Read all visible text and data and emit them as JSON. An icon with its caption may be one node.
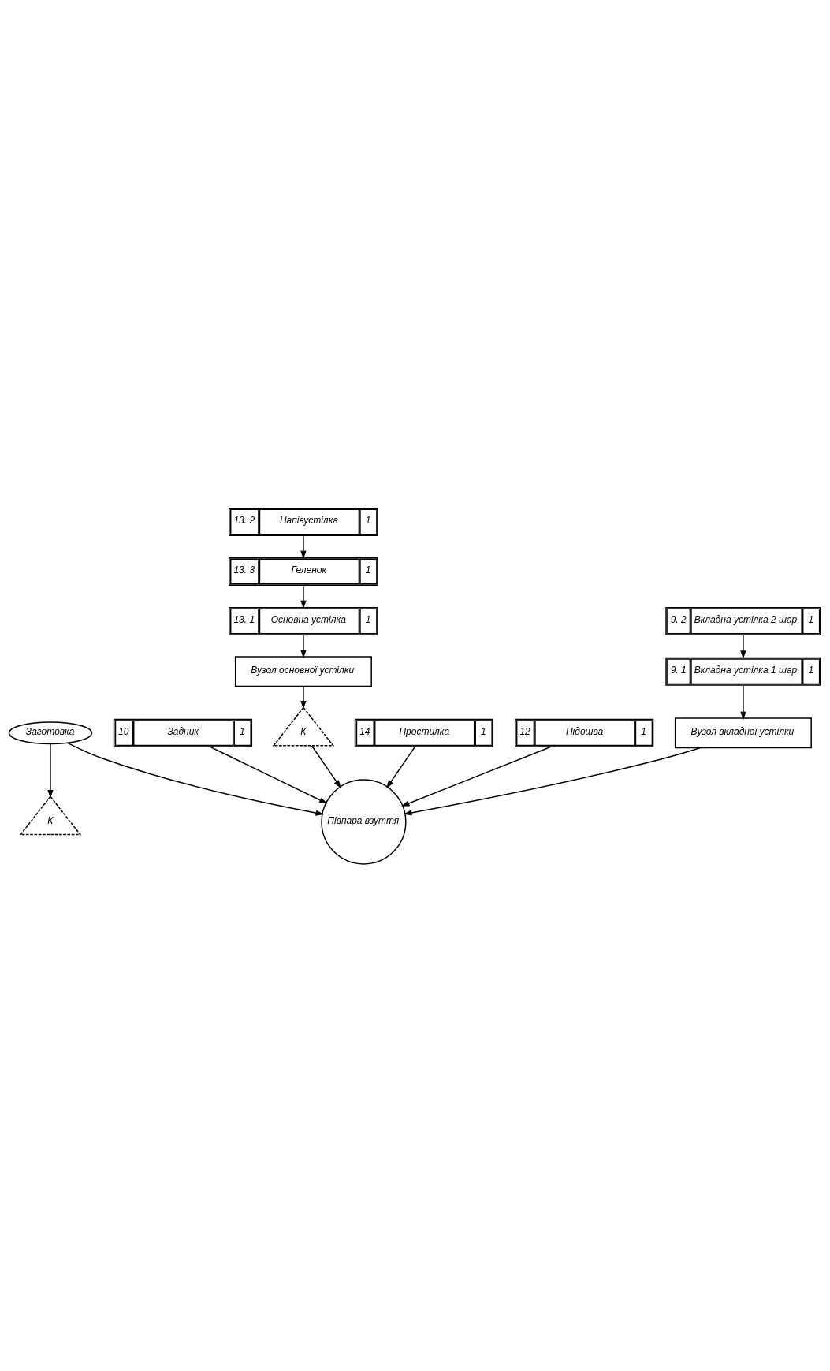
{
  "diagram": {
    "nodes": [
      {
        "text": [
          "Заготовка"
        ]
      },
      {
        "text": [
          "10",
          "Задник",
          "1"
        ]
      },
      {
        "text": [
          "К"
        ]
      },
      {
        "text": [
          "Вузол основної устілки"
        ]
      },
      {
        "text": [
          "13. 1",
          "Основна устілка",
          "1"
        ]
      },
      {
        "text": [
          "13. 3",
          "Геленок",
          "1"
        ]
      },
      {
        "text": [
          "13. 2",
          "Напівустілка",
          "1"
        ]
      },
      {
        "text": [
          "К"
        ]
      },
      {
        "text": [
          "14",
          "Простилка",
          "1"
        ]
      },
      {
        "text": [
          "12",
          "Підошва",
          "1"
        ]
      },
      {
        "text": [
          "9. 2",
          "Вкладна устілка 2 шар",
          "1"
        ]
      },
      {
        "text": [
          "9. 1",
          "Вкладна устілка 1 шар",
          "1"
        ]
      },
      {
        "text": [
          "Вузол вкладної устілки"
        ]
      },
      {
        "text": [
          "Півпара взуття"
        ]
      }
    ],
    "edges": [
      {
        "from": 0,
        "to": 13,
        "arrow": "to"
      },
      {
        "from": 1,
        "to": 13,
        "arrow": "to"
      },
      {
        "from": 6,
        "to": 5,
        "arrow": "to"
      },
      {
        "from": 5,
        "to": 4,
        "arrow": "to"
      },
      {
        "from": 4,
        "to": 3,
        "arrow": "to"
      },
      {
        "from": 3,
        "to": 2,
        "arrow": "to"
      },
      {
        "from": 2,
        "to": 13,
        "arrow": "to"
      },
      {
        "from": 8,
        "to": 13,
        "arrow": "to"
      },
      {
        "from": 9,
        "to": 13,
        "arrow": "to"
      },
      {
        "from": 10,
        "to": 11,
        "arrow": "to"
      },
      {
        "from": 11,
        "to": 12,
        "arrow": "to"
      },
      {
        "from": 0,
        "to": 7,
        "arrow": "to"
      },
      {
        "from": 12,
        "to": 13,
        "arrow": "to"
      }
    ]
  }
}
